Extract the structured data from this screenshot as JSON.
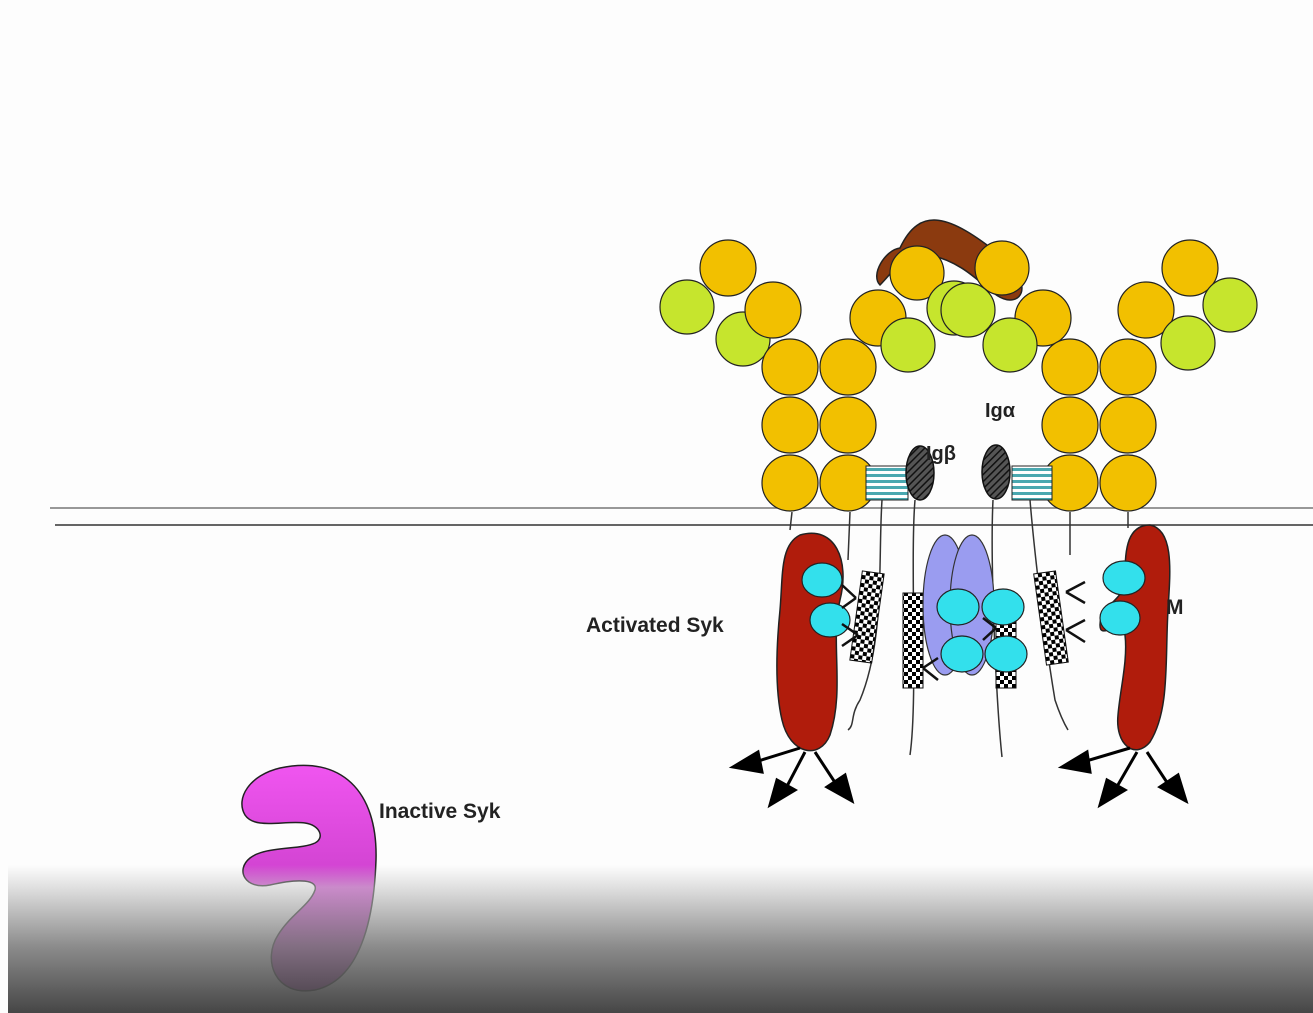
{
  "labels": {
    "activated_syk": "Activated Syk",
    "inactive_syk": "Inactive Syk",
    "ig_alpha": "Igα",
    "ig_beta": "Igβ",
    "partial_m": "M"
  },
  "colors": {
    "heavy_chain": "#f2c000",
    "light_chain": "#c6e52d",
    "antigen": "#8b3a0f",
    "syk_active": "#b01c0c",
    "syk_inactive": "#e040e0",
    "sh2": "#33e0ec",
    "kinase_center": "#9a9cf0",
    "itam_pattern": "#000000",
    "membrane_line": "#555555"
  }
}
